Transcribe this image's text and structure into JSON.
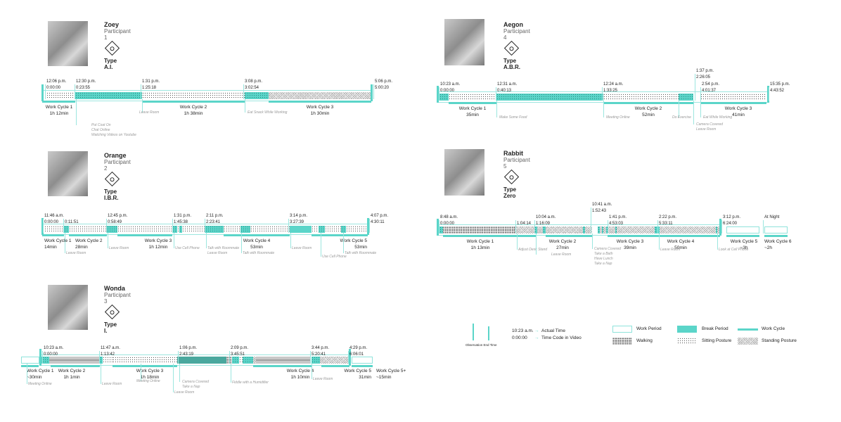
{
  "participants": [
    {
      "name": "Zoey",
      "participant": "Participant 1",
      "type": "Type A.I.",
      "icon": "diamond-arrow-icon",
      "markers": [
        {
          "time": "12:06 p.m.",
          "code": "0:00:00"
        },
        {
          "time": "12:30 p.m.",
          "code": "0:23:55"
        },
        {
          "time": "1:31 p.m.",
          "code": "1:25:18"
        },
        {
          "time": "3:08 p.m.",
          "code": "3:02:54"
        },
        {
          "time": "5:06 p.m.",
          "code": "5:00:20"
        }
      ],
      "cycles": [
        {
          "label": "Work Cycle 1",
          "duration": "1h 12min"
        },
        {
          "label": "Work Cycle 2",
          "duration": "1h 38min"
        },
        {
          "label": "Work Cycle 3",
          "duration": "1h 30min"
        }
      ],
      "notes": [
        [
          "Put Coat On",
          "Chat Online",
          "Watching Videos on Youtube"
        ],
        [
          "Leave Room"
        ],
        [
          "Eat Snack While Working"
        ]
      ]
    },
    {
      "name": "Orange",
      "participant": "Participant 2",
      "type": "Type I.B.R.",
      "icon": "diamond-eye-icon",
      "markers": [
        {
          "time": "11:46 a.m.",
          "code": "0:00:00"
        },
        {
          "time": "",
          "code": "0:11:51"
        },
        {
          "time": "12:45 p.m.",
          "code": "0:58:49"
        },
        {
          "time": "1:31 p.m.",
          "code": "1:45:38"
        },
        {
          "time": "2:11 p.m.",
          "code": "2:23:41"
        },
        {
          "time": "3:14 p.m.",
          "code": "3:27:39"
        },
        {
          "time": "4:07 p.m.",
          "code": "4:30:11"
        }
      ],
      "cycles": [
        {
          "label": "Work Cycle 1",
          "duration": "14min"
        },
        {
          "label": "Work Cycle 2",
          "duration": "28min"
        },
        {
          "label": "Work Cycle 3",
          "duration": "1h 12min"
        },
        {
          "label": "Work Cycle 4",
          "duration": "53min"
        },
        {
          "label": "Work Cycle 5",
          "duration": "53min"
        }
      ],
      "notes": [
        [
          "Leave Room"
        ],
        [
          "Leave Room"
        ],
        [
          "Use Cell Phone"
        ],
        [
          "Talk with Roommate",
          "Leave Room"
        ],
        [
          "Talk with Roommate"
        ],
        [
          "Leave Room"
        ],
        [
          "Use Cell Phone"
        ],
        [
          "Talk with Roommate"
        ]
      ]
    },
    {
      "name": "Wonda",
      "participant": "Participant 3",
      "type": "Type I.",
      "icon": "diamond-key-icon",
      "markers": [
        {
          "time": "10:23 a.m.",
          "code": "0:00:00"
        },
        {
          "time": "11:47 a.m.",
          "code": "1:13:42"
        },
        {
          "time": "1:06 p.m.",
          "code": "2:43:19"
        },
        {
          "time": "2:09 p.m.",
          "code": "3:45:51"
        },
        {
          "time": "3:44 p.m.",
          "code": "5:20:41"
        },
        {
          "time": "4:29 p.m.",
          "code": "6:06:01"
        }
      ],
      "cycles": [
        {
          "label": "Work Cycle 1",
          "duration": "~30min"
        },
        {
          "label": "Work Cycle 2",
          "duration": "1h 1min"
        },
        {
          "label": "Work Cycle 3",
          "duration": "1h 18min"
        },
        {
          "label": "Work Cycle 4",
          "duration": "1h 10min"
        },
        {
          "label": "Work Cycle 5",
          "duration": "31min"
        },
        {
          "label": "Work Cycle 5+",
          "duration": "~15min"
        }
      ],
      "notes": [
        [
          "Meeting Online"
        ],
        [
          "Leave Room"
        ],
        [
          "Meeting Online"
        ],
        [
          "Camera Covered",
          "Take a Nap"
        ],
        [
          "Leave Room"
        ],
        [
          "Fiddle with a Humidifier"
        ],
        [
          "Leave Room"
        ]
      ]
    },
    {
      "name": "Aegon",
      "participant": "Participant 4",
      "type": "Type A.B.R.",
      "icon": "diamond-arrow-loop-icon",
      "markers": [
        {
          "time": "10:23 a.m.",
          "code": "0:00:00"
        },
        {
          "time": "12:31 a.m.",
          "code": "0:40:13"
        },
        {
          "time": "12:24 a.m.",
          "code": "1:33:25"
        },
        {
          "time": "1:37 p.m.",
          "code": "2:26:05"
        },
        {
          "time": "2:54 p.m.",
          "code": "4:01:37"
        },
        {
          "time": "15:35 p.m.",
          "code": "4:43:52"
        }
      ],
      "cycles": [
        {
          "label": "Work Cycle 1",
          "duration": "35min"
        },
        {
          "label": "Work Cycle 2",
          "duration": "52min"
        },
        {
          "label": "Work Cycle 3",
          "duration": "41min"
        }
      ],
      "notes": [
        [
          "Make Some Food"
        ],
        [
          "Meeting Online"
        ],
        [
          "Do Exercise"
        ],
        [
          "Camera Covered",
          "Leave Room"
        ],
        [
          "Eat While Working"
        ]
      ]
    },
    {
      "name": "Rabbit",
      "participant": "Participant 5",
      "type": "Type Zero",
      "icon": "diamond-dot-icon",
      "markers": [
        {
          "time": "8:48 a.m.",
          "code": "0:00:00"
        },
        {
          "time": "",
          "code": "1:04:14"
        },
        {
          "time": "10:04 a.m.",
          "code": "1:16:09"
        },
        {
          "time": "10:41 a.m.",
          "code": "1:52:43"
        },
        {
          "time": "1:41 p.m.",
          "code": "4:53:03"
        },
        {
          "time": "2:22 p.m.",
          "code": "5:33:11"
        },
        {
          "time": "3:12 p.m.",
          "code": "6:24:00"
        },
        {
          "time": "At Night",
          "code": ""
        }
      ],
      "cycles": [
        {
          "label": "Work Cycle 1",
          "duration": "1h 13min"
        },
        {
          "label": "Work Cycle 2",
          "duration": "27min"
        },
        {
          "label": "Work Cycle 3",
          "duration": "39min"
        },
        {
          "label": "Work Cycle 4",
          "duration": "50min"
        },
        {
          "label": "Work Cycle 5",
          "duration": "~3h"
        },
        {
          "label": "Work Cycle 6",
          "duration": "~2h"
        }
      ],
      "notes": [
        [
          "Adjust Desk Stand"
        ],
        [
          "Leave Room"
        ],
        [
          "Camera Covered",
          "Take a Bath",
          "Have Lunch",
          "Take a Nap"
        ],
        [
          "Leave Room"
        ],
        [
          "Look at Cell Phone"
        ]
      ]
    }
  ],
  "legend": {
    "observation": "Observation End Time",
    "time_example": "10:23 a.m.",
    "time_label": "Actual Time",
    "code_example": "0:00:00",
    "code_label": "Time Code in Video",
    "work_period": "Work Period",
    "break_period": "Break Period",
    "work_cycle": "Work Cycle",
    "walking": "Walking",
    "sitting": "Sitting Posture",
    "standing": "Standing Posture"
  },
  "colors": {
    "accent": "#5bd5c9",
    "accent_dark": "#4aa89e"
  }
}
